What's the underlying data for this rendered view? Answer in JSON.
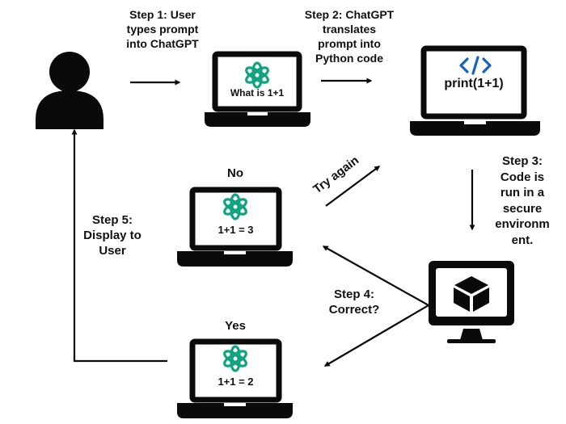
{
  "colors": {
    "ink": "#0a0a0a",
    "paper": "#ffffff",
    "chatgpt_logo": "#10a37f",
    "code_icon": "#1565c0"
  },
  "user": {
    "icon": "user-silhouette-icon"
  },
  "step1": {
    "line1": "Step 1: User",
    "line2": "types prompt",
    "line3": "into ChatGPT"
  },
  "step2": {
    "line1": "Step 2: ChatGPT",
    "line2": "translates",
    "line3": "prompt into",
    "line4": "Python code"
  },
  "step3": {
    "line1": "Step 3:",
    "line2": "Code is",
    "line3": "run in a",
    "line4": "secure",
    "line5": "environm",
    "line6": "ent."
  },
  "step4": {
    "line1": "Step 4:",
    "line2": "Correct?"
  },
  "step5": {
    "line1": "Step 5:",
    "line2": "Display to",
    "line3": "User"
  },
  "try_again": "Try again",
  "laptops": {
    "prompt": {
      "icon": "chatgpt-logo-icon",
      "text": "What is 1+1"
    },
    "code": {
      "icon": "code-brackets-icon",
      "text": "print(1+1)"
    },
    "no": {
      "label": "No",
      "icon": "chatgpt-logo-icon",
      "text": "1+1 = 3"
    },
    "yes": {
      "label": "Yes",
      "icon": "chatgpt-logo-icon",
      "text": "1+1 = 2"
    }
  },
  "secure_env": {
    "icon": "cube-icon"
  }
}
